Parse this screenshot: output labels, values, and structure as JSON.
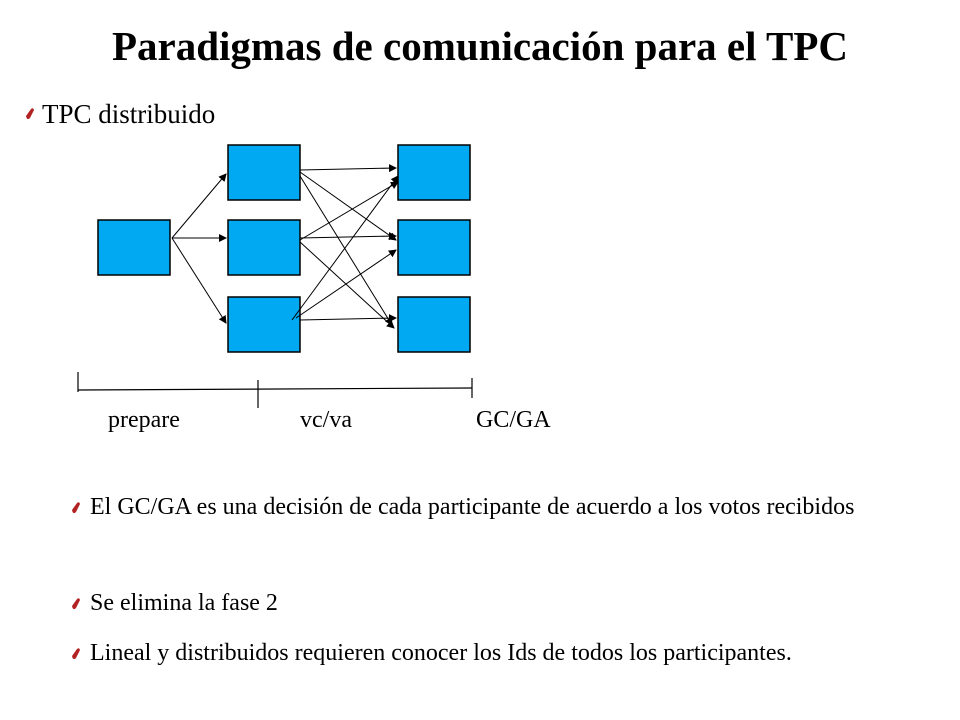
{
  "slide": {
    "title": "Paradigmas de comunicación para el TPC",
    "main_bullet": "TPC distribuido",
    "sub_bullets": [
      "El GC/GA es una decisión de cada participante de acuerdo a los votos recibidos",
      "Se elimina la fase 2",
      "Lineal y distribuidos requieren conocer los Ids de todos los participantes."
    ]
  },
  "diagram": {
    "box_color": "#00a9f2",
    "phases": [
      "prepare",
      "vc/va",
      "GC/GA"
    ]
  }
}
